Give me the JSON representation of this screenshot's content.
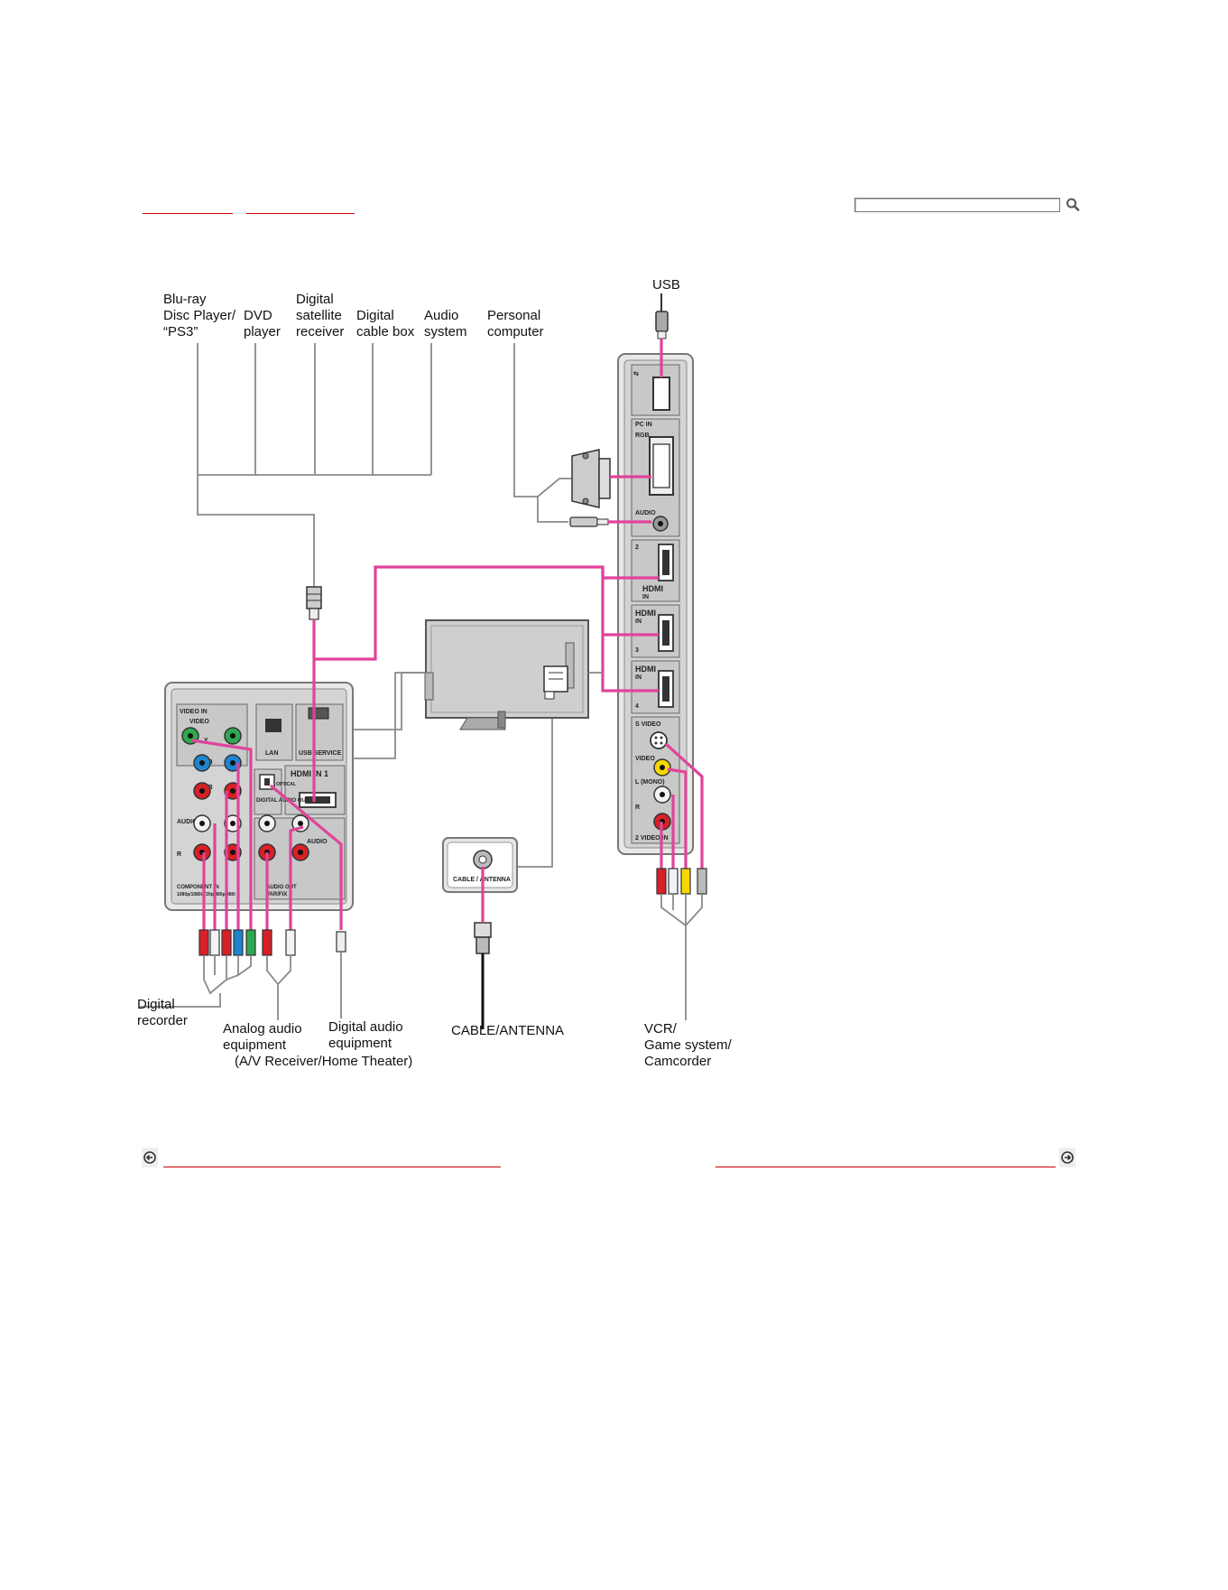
{
  "search": {
    "placeholder": ""
  },
  "labels": {
    "bluray_1": "Blu-ray",
    "bluray_2": "Disc Player/",
    "bluray_3": "“PS3”",
    "dvd_1": "DVD",
    "dvd_2": "player",
    "sat_1": "Digital",
    "sat_2": "satellite",
    "sat_3": "receiver",
    "cable_1": "Digital",
    "cable_2": "cable box",
    "audio_1": "Audio",
    "audio_2": "system",
    "pc_1": "Personal",
    "pc_2": "computer",
    "usb": "USB",
    "recorder_1": "Digital",
    "recorder_2": "recorder",
    "analog_1": "Analog audio",
    "analog_2": "equipment",
    "analog_3": "(A/V Receiver/Home Theater)",
    "digaudio_1": "Digital audio",
    "digaudio_2": "equipment",
    "antenna": "CABLE/ANTENNA",
    "vcr_1": "VCR/",
    "vcr_2": "Game system/",
    "vcr_3": "Camcorder"
  },
  "panel_labels": {
    "pc_in": "PC IN",
    "rgb": "RGB",
    "audio": "AUDIO",
    "hdmi": "HDMI",
    "in": "IN",
    "port2": "2",
    "port3": "3",
    "port4": "4",
    "svideo": "S VIDEO",
    "video": "VIDEO",
    "l_mono": "L (MONO)",
    "r": "R",
    "video_in_2": "2 VIDEO IN",
    "video_in": "VIDEO IN",
    "lan": "LAN",
    "service": "USB SERVICE",
    "hdmi_in_1": "HDMI IN 1",
    "digital_audio_out": "DIGITAL AUDIO OUT",
    "optical": "OPTICAL",
    "audio_out": "AUDIO OUT",
    "var_fix": "VAR/FIX",
    "component_in": "COMPONENT IN",
    "component_res": "1080p/1080i/720p/480p/480i",
    "y": "Y",
    "pb": "PB",
    "pr": "PR",
    "cable_antenna": "CABLE / ANTENNA"
  },
  "colors": {
    "cable": "#e0449a",
    "line": "#9a9a9a",
    "panel": "#d6d6d6",
    "green": "#2ea84f",
    "blue": "#1d84d0",
    "red": "#d82027",
    "white": "#f2f2f2",
    "yellow": "#f5d800",
    "link": "#cc0000"
  },
  "icons": {
    "search": "magnifier-icon",
    "prev": "arrow-left-icon",
    "next": "arrow-right-icon"
  }
}
